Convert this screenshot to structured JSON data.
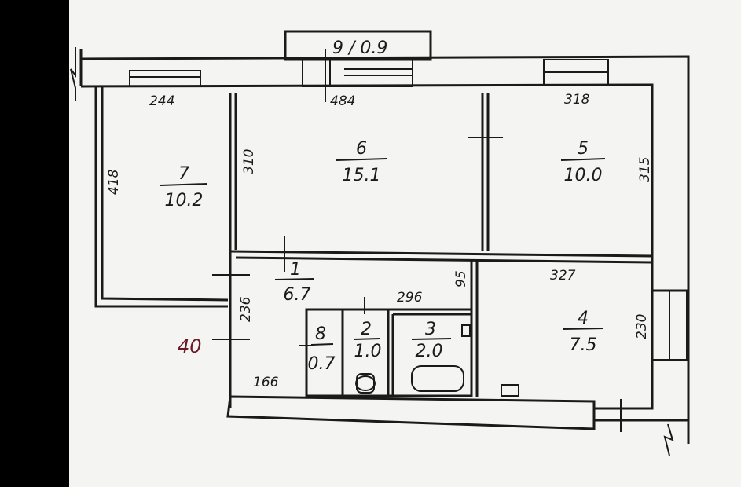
{
  "plan": {
    "title_number": "9 / 0.9",
    "margin_note": "40",
    "rooms": [
      {
        "id": "1",
        "number": "1",
        "area": "6.7"
      },
      {
        "id": "2",
        "number": "2",
        "area": "1.0"
      },
      {
        "id": "3",
        "number": "3",
        "area": "2.0"
      },
      {
        "id": "4",
        "number": "4",
        "area": "7.5"
      },
      {
        "id": "5",
        "number": "5",
        "area": "10.0"
      },
      {
        "id": "6",
        "number": "6",
        "area": "15.1"
      },
      {
        "id": "7",
        "number": "7",
        "area": "10.2"
      },
      {
        "id": "8",
        "number": "8",
        "area": "0.7"
      }
    ],
    "dimensions": {
      "room7_width": "244",
      "room6_width": "484",
      "room5_width": "318",
      "room7_depth": "418",
      "room6_depth": "310",
      "room5_depth": "315",
      "corridor_length": "296",
      "corridor_depth": "236",
      "room4_width": "327",
      "room4_depth": "230",
      "hall_partition": "95",
      "lower_segment": "166"
    }
  }
}
